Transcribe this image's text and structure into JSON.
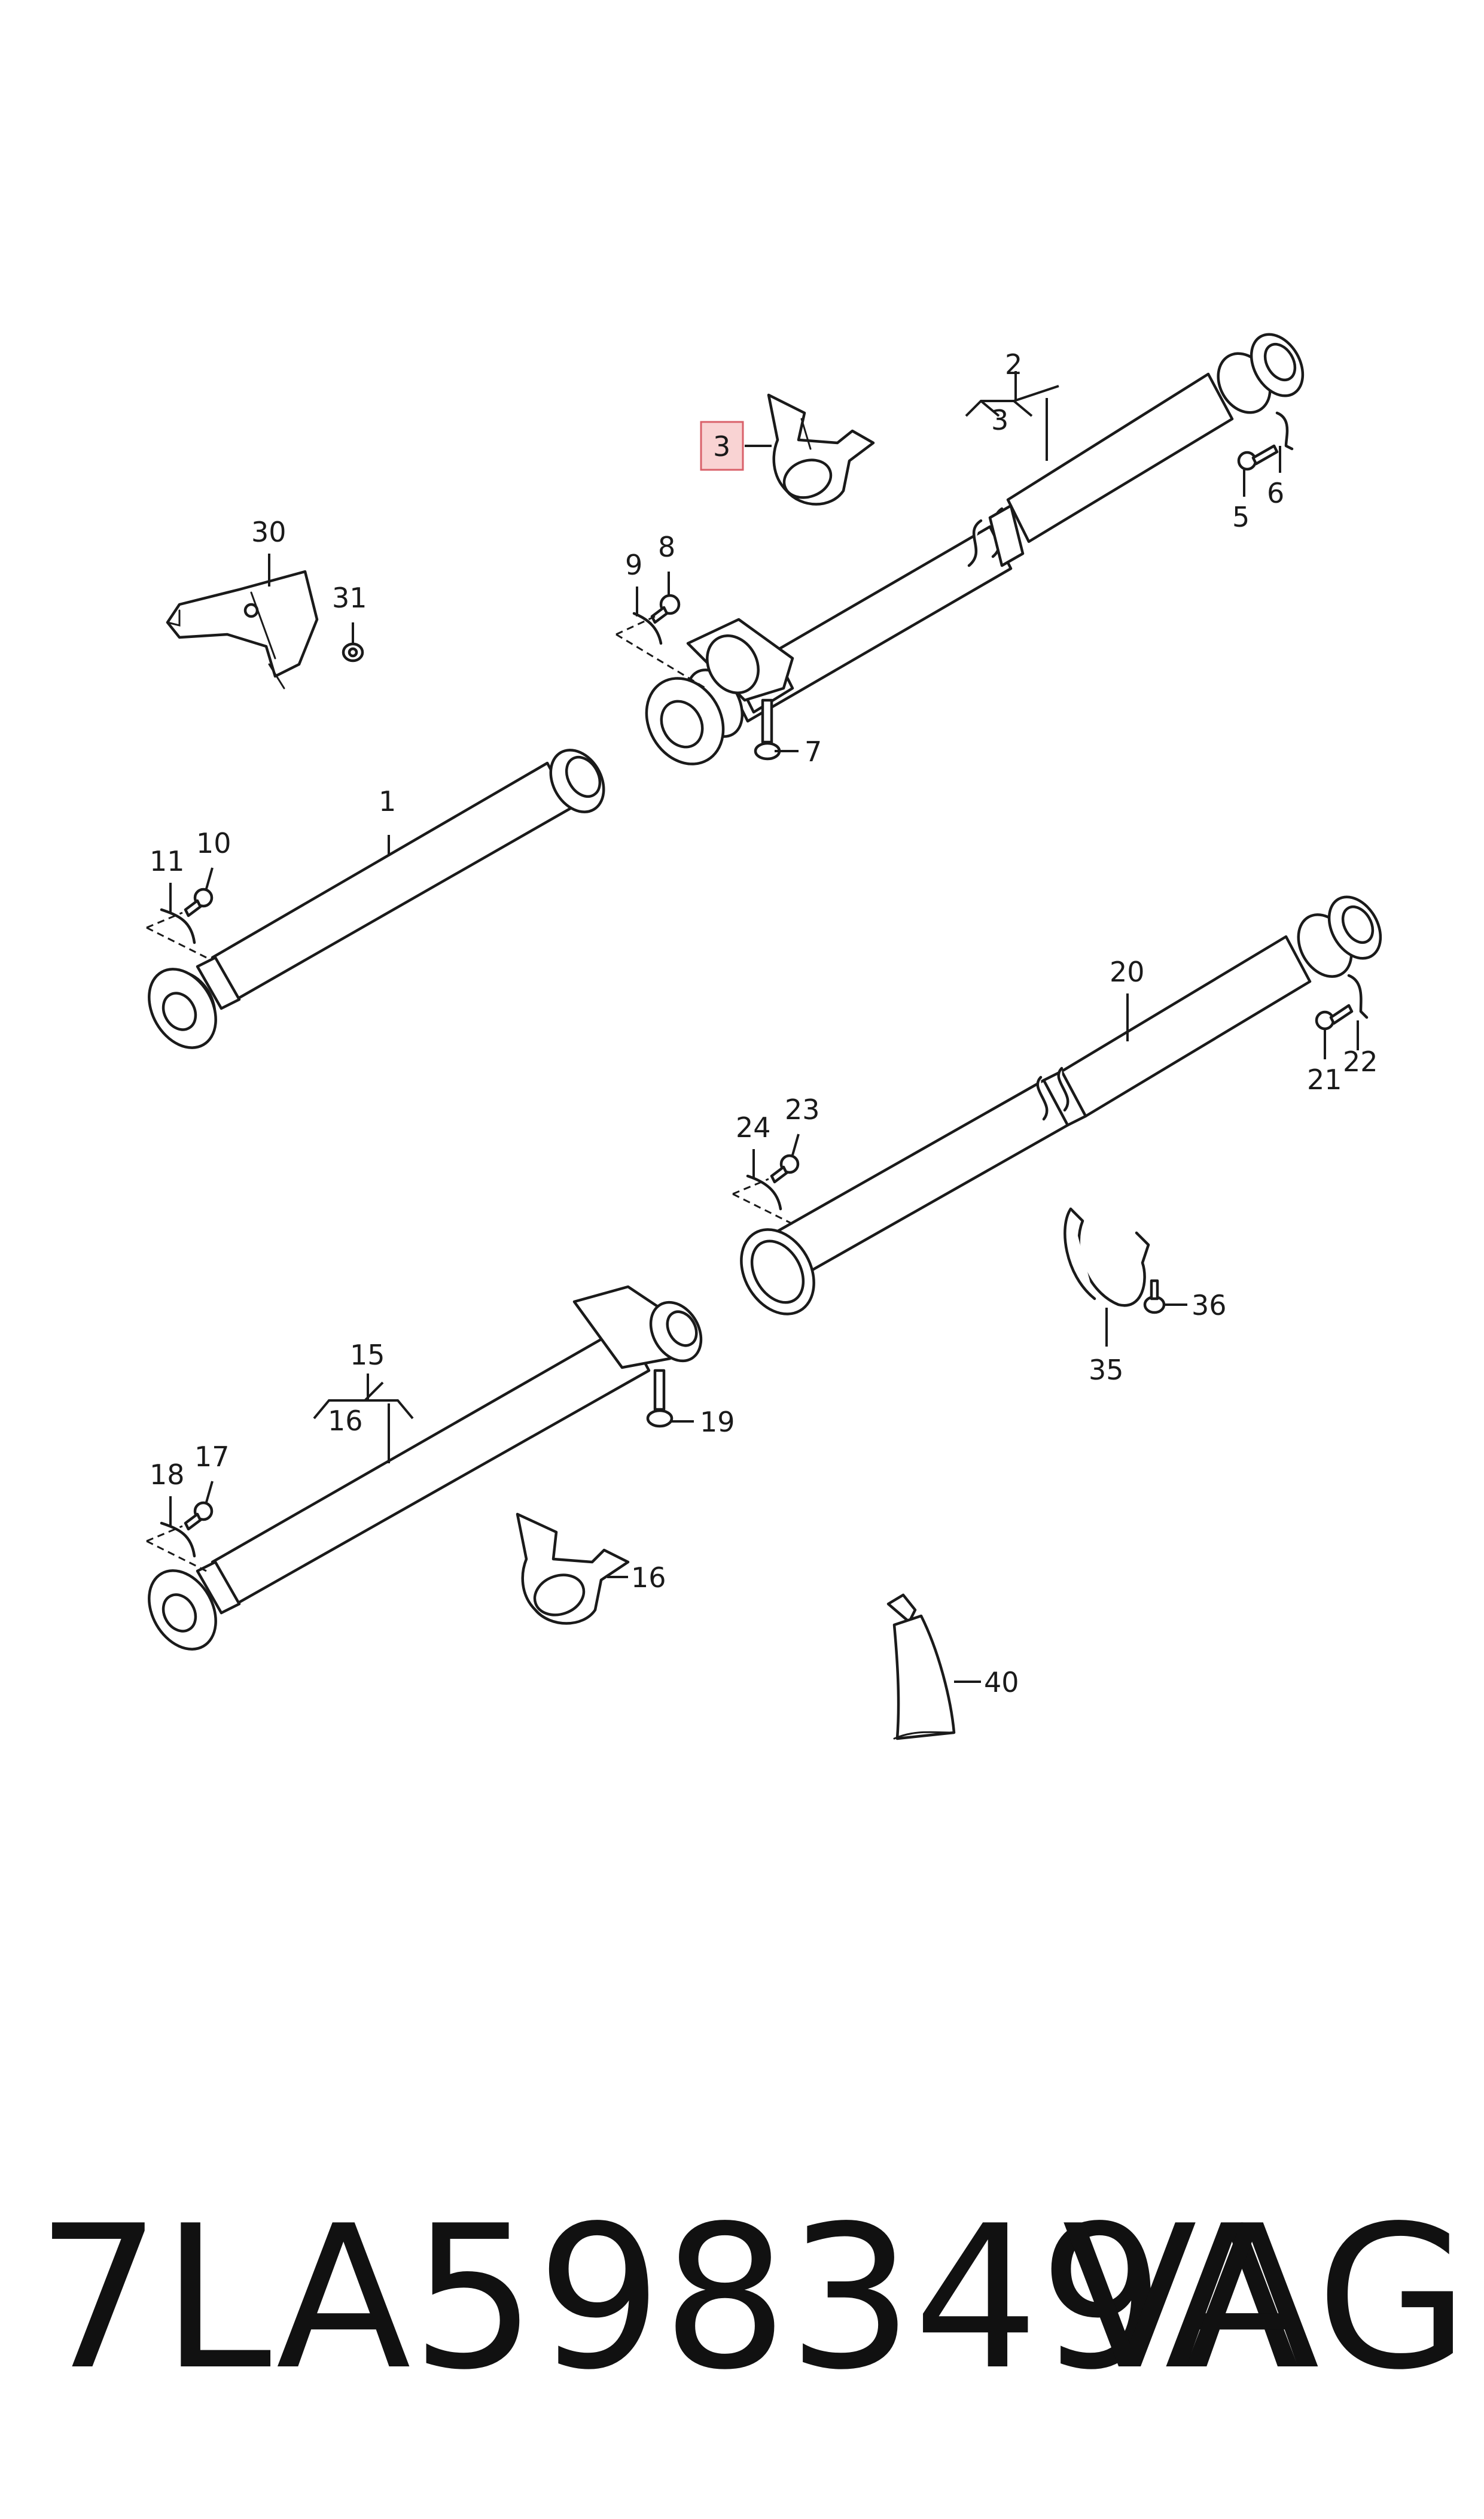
{
  "diagram": {
    "callouts": [
      {
        "id": "c1",
        "text": "1"
      },
      {
        "id": "c2",
        "text": "2"
      },
      {
        "id": "c3a",
        "text": "3"
      },
      {
        "id": "c3b",
        "text": "3"
      },
      {
        "id": "c5",
        "text": "5"
      },
      {
        "id": "c6",
        "text": "6"
      },
      {
        "id": "c7",
        "text": "7"
      },
      {
        "id": "c8",
        "text": "8"
      },
      {
        "id": "c9",
        "text": "9"
      },
      {
        "id": "c10",
        "text": "10"
      },
      {
        "id": "c11",
        "text": "11"
      },
      {
        "id": "c15",
        "text": "15"
      },
      {
        "id": "c16a",
        "text": "16"
      },
      {
        "id": "c16b",
        "text": "16"
      },
      {
        "id": "c17",
        "text": "17"
      },
      {
        "id": "c18",
        "text": "18"
      },
      {
        "id": "c19",
        "text": "19"
      },
      {
        "id": "c20",
        "text": "20"
      },
      {
        "id": "c21",
        "text": "21"
      },
      {
        "id": "c22",
        "text": "22"
      },
      {
        "id": "c23",
        "text": "23"
      },
      {
        "id": "c24",
        "text": "24"
      },
      {
        "id": "c30",
        "text": "30"
      },
      {
        "id": "c31",
        "text": "31"
      },
      {
        "id": "c35",
        "text": "35"
      },
      {
        "id": "c36",
        "text": "36"
      },
      {
        "id": "c40",
        "text": "40"
      }
    ],
    "highlighted_callout": "3"
  },
  "footer": {
    "part_number": "7LA598349A",
    "brand": "VAG"
  },
  "colors": {
    "highlight_fill": "#f9d3d3",
    "highlight_stroke": "#d9606a",
    "line": "#1a1a1a"
  }
}
